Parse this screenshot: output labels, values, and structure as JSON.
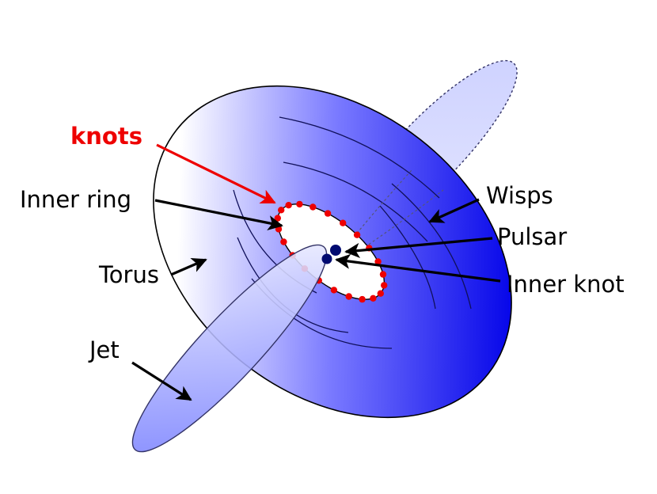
{
  "labels": {
    "knots": "knots",
    "inner_ring": "Inner ring",
    "torus": "Torus",
    "jet": "Jet",
    "wisps": "Wisps",
    "pulsar": "Pulsar",
    "inner_knot": "Inner knot"
  },
  "colors": {
    "torus_blue": "#0000e8",
    "jet_light": "#d8dcff",
    "jet_dark": "#8088ff",
    "knot_red": "#ee0000",
    "pulsar_navy": "#000a70",
    "label_black": "#000000"
  }
}
